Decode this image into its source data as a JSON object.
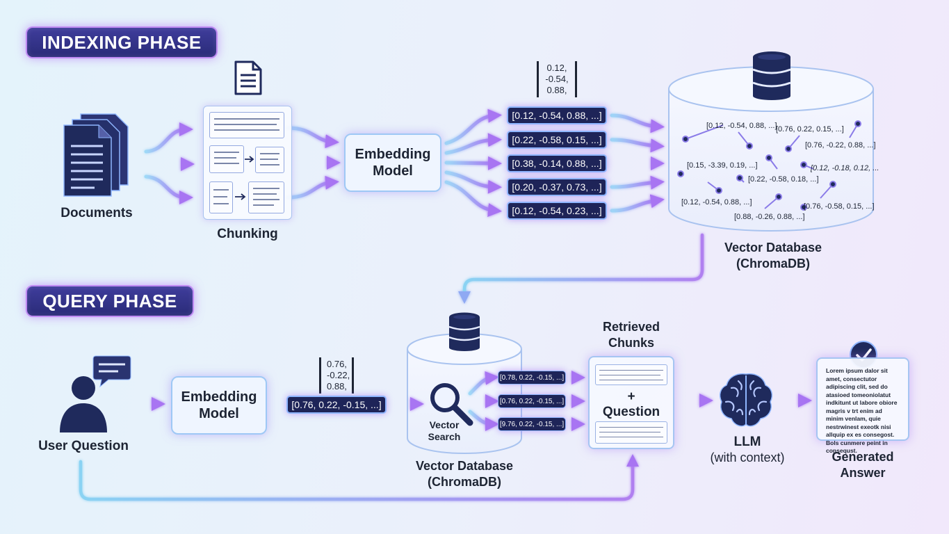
{
  "indexing_phase": {
    "title": "INDEXING PHASE",
    "documents_label": "Documents",
    "chunking_label": "Chunking",
    "embedding_label_line1": "Embedding",
    "embedding_label_line2": "Model",
    "vector_note": [
      "0.12,",
      "-0.54,",
      "0.88,"
    ],
    "vectors": [
      "[0.12, -0.54, 0.88, ...]",
      "[0.22, -0.58, 0.15, ...]",
      "[0.38, -0.14, 0.88, ...]",
      "[0.20, -0.37, 0.73, ...]",
      "[0.12, -0.54, 0.23, ...]"
    ],
    "db_points": [
      "[0.12, -0.54, 0.88, ...]",
      "[0.76, 0.22, 0.15, ...]",
      "[0.76, -0.22, 0.88, ...]",
      "[0.15, -3.39, 0.19, ...]",
      "[0.12, -0.18, 0.12, ...",
      "[0.22, -0.58, 0.18, ...]",
      "[0.12, -0.54, 0.88, ...]",
      "[0.76, -0.58, 0.15, ...]",
      "[0.88, -0.26, 0.88, ...]"
    ],
    "db_label_line1": "Vector Database",
    "db_label_line2": "(ChromaDB)"
  },
  "query_phase": {
    "title": "QUERY PHASE",
    "user_label": "User Question",
    "embedding_label_line1": "Embedding",
    "embedding_label_line2": "Model",
    "vector_note": [
      "0.76,",
      "-0.22,",
      "0.88,"
    ],
    "query_vector": "[0.76, 0.22, -0.15, ...]",
    "search_label_line1": "Vector",
    "search_label_line2": "Search",
    "results": [
      "[0.78, 0.22, -0.15, ...]",
      "[0.76, 0.22, -0.15, ...]",
      "[9.76, 0.22, -0.15, ...]"
    ],
    "db_label_line1": "Vector Database",
    "db_label_line2": "(ChromaDB)",
    "retrieved_line1": "Retrieved",
    "retrieved_line2": "Chunks",
    "plus": "+",
    "question": "Question",
    "llm_label": "LLM",
    "llm_sublabel": "(with context)",
    "answer_text": "Lorem ipsum dalor sit amet, consectutor adipiscing clit, sed do atasioed tomeoniolatut indkitunt ut labore obiore magris v trt enim ad minim venlam, quie nestrwinest exeotk nisi allquip ex es consegost. Bols cunmere peint in consequst.",
    "answer_label_line1": "Generated",
    "answer_label_line2": "Answer"
  },
  "colors": {
    "badge": "#2f2f86",
    "glow": "#b276f5",
    "pill": "#1e2458",
    "icon_dark": "#1f2a5c",
    "arrow_start": "#8fd3f5",
    "arrow_end": "#a874f2"
  }
}
